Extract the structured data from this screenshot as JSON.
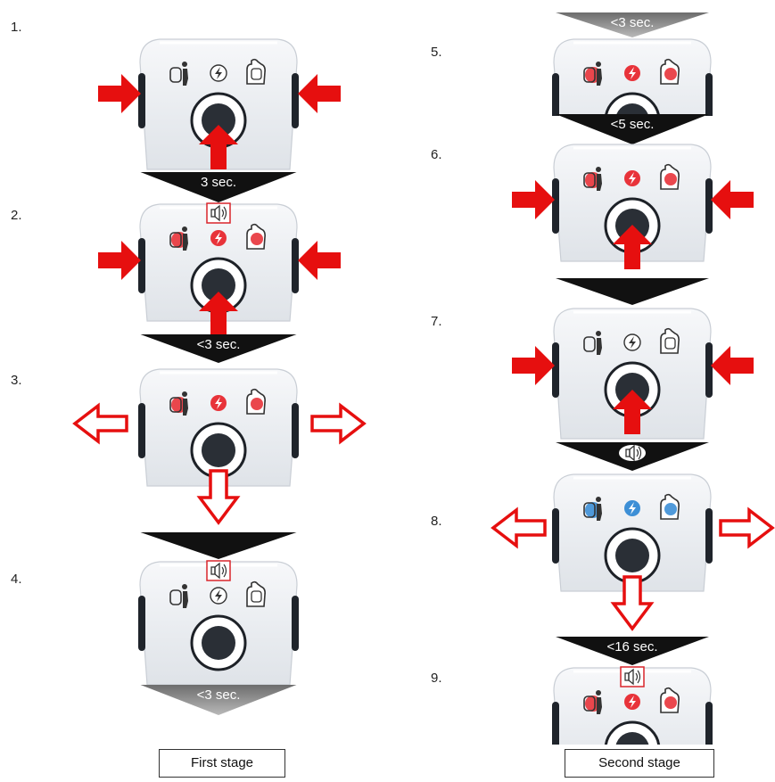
{
  "steps": [
    "1.",
    "2.",
    "3.",
    "4.",
    "5.",
    "6.",
    "7.",
    "8.",
    "9."
  ],
  "timings": {
    "t1": "3 sec.",
    "t2": "<3 sec.",
    "t3": "<3 sec.",
    "t4": "<3 sec.",
    "t5": "<5 sec.",
    "t6": "<16 sec."
  },
  "stages": {
    "first": "First stage",
    "second": "Second stage"
  },
  "colors": {
    "arrow_red": "#e60f0f",
    "led_red": "#e8333a",
    "led_blue": "#3d8fd6",
    "device_body": "#eef0f3",
    "button_dark": "#2a2f36",
    "banner": "#111111"
  },
  "icons": {
    "left": "person-icon",
    "middle": "lightning-icon",
    "right": "hand-icon",
    "indicator": "speaker-icon"
  }
}
